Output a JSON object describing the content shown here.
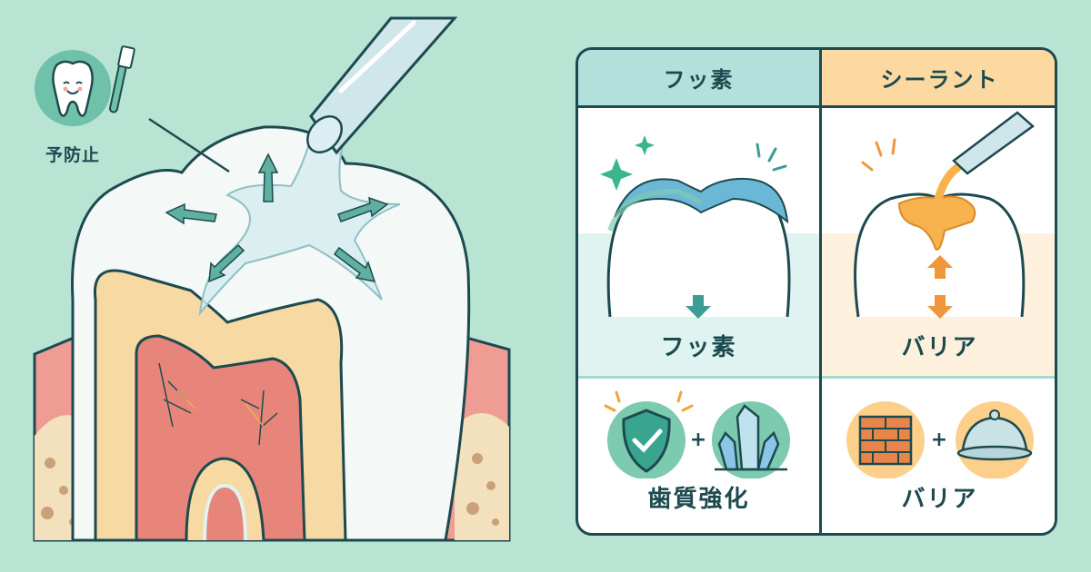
{
  "illustration": {
    "badge_label": "予防止",
    "badge_icon": "smiling-tooth-with-toothbrush",
    "main_subject": "molar cross-section with sealant applied from nozzle",
    "colors": {
      "background": "#b9e4d4",
      "outline": "#1d4a4f",
      "enamel": "#f4f8f7",
      "dentin": "#f7d9a4",
      "pulp": "#e8857a",
      "gum": "#ef9c95",
      "bone": "#f3e1bd",
      "arrow": "#5fb0a0"
    }
  },
  "comparison_table": {
    "columns": [
      {
        "header": "フッ素",
        "header_color": "#b2e0db",
        "effect_label": "フッ素",
        "effect_icon": "fluoride-coated-tooth-with-sparkles",
        "arrow": "down",
        "benefit_icons": [
          "shield-check-icon",
          "crystal-icon"
        ],
        "benefit_label": "歯質強化",
        "accent": "#3a9e97"
      },
      {
        "header": "シーラント",
        "header_color": "#fcd9a0",
        "effect_label": "バリア",
        "effect_icon": "sealant-filling-groove",
        "arrow": "up-down",
        "benefit_icons": [
          "brick-wall-icon",
          "dome-cover-icon"
        ],
        "benefit_label": "バリア",
        "accent": "#f0963a"
      }
    ],
    "plus_sign": "+"
  }
}
